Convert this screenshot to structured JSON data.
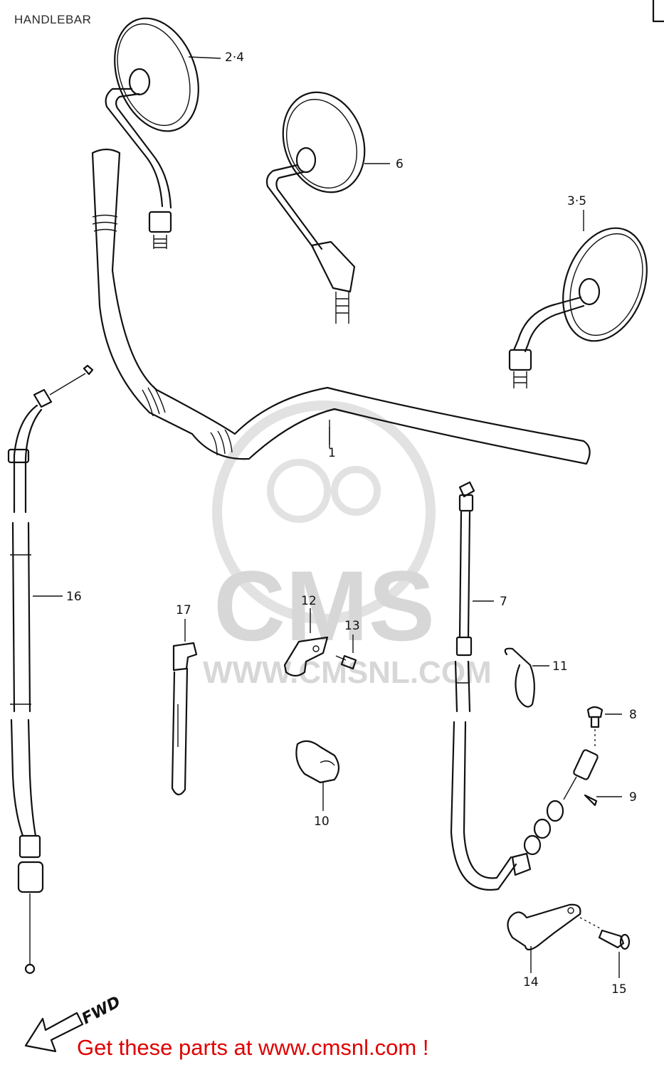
{
  "title": "HANDLEBAR",
  "footer": {
    "link_text": "Get these parts at www.cmsnl.com !"
  },
  "watermark": {
    "brand": "CMS",
    "url": "WWW.CMSNL.COM"
  },
  "fwd_label": "FWD",
  "parts": [
    {
      "id": "1",
      "label": "1"
    },
    {
      "id": "2-4",
      "label": "2·4"
    },
    {
      "id": "3-5",
      "label": "3·5"
    },
    {
      "id": "6",
      "label": "6"
    },
    {
      "id": "7",
      "label": "7"
    },
    {
      "id": "8",
      "label": "8"
    },
    {
      "id": "9",
      "label": "9"
    },
    {
      "id": "10",
      "label": "10"
    },
    {
      "id": "11",
      "label": "11"
    },
    {
      "id": "12",
      "label": "12"
    },
    {
      "id": "13",
      "label": "13"
    },
    {
      "id": "14",
      "label": "14"
    },
    {
      "id": "15",
      "label": "15"
    },
    {
      "id": "16",
      "label": "16"
    },
    {
      "id": "17",
      "label": "17"
    }
  ],
  "colors": {
    "footer": "#e00000",
    "line": "#111111",
    "watermark": "#d7d7d7"
  }
}
